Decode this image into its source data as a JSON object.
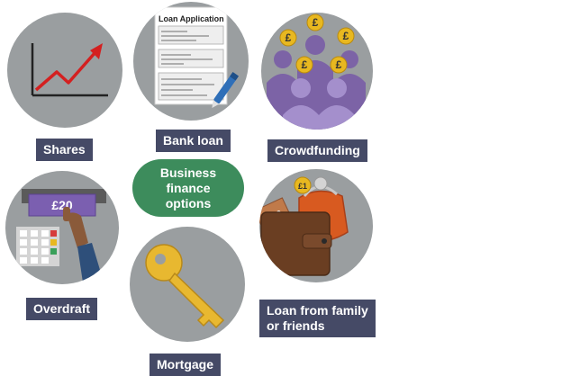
{
  "center": {
    "text": "Business\nfinance\noptions"
  },
  "labels": {
    "shares": "Shares",
    "bank_loan": "Bank loan",
    "crowdfunding": "Crowdfunding",
    "overdraft": "Overdraft",
    "mortgage": "Mortgage",
    "family": "Loan from family\nor friends"
  },
  "illustrations": {
    "loan_form_title": "Loan Application",
    "atm_note": "£20",
    "coin_symbol": "£",
    "small_coin": "£1",
    "banknote": "£10"
  },
  "colors": {
    "circle": "#9a9ea0",
    "label_bg": "#454a66",
    "center_bg": "#3d8c5c",
    "crowd": "#8a72b0",
    "coin": "#e8b820",
    "key": "#e8b830",
    "arrow": "#d42020"
  }
}
